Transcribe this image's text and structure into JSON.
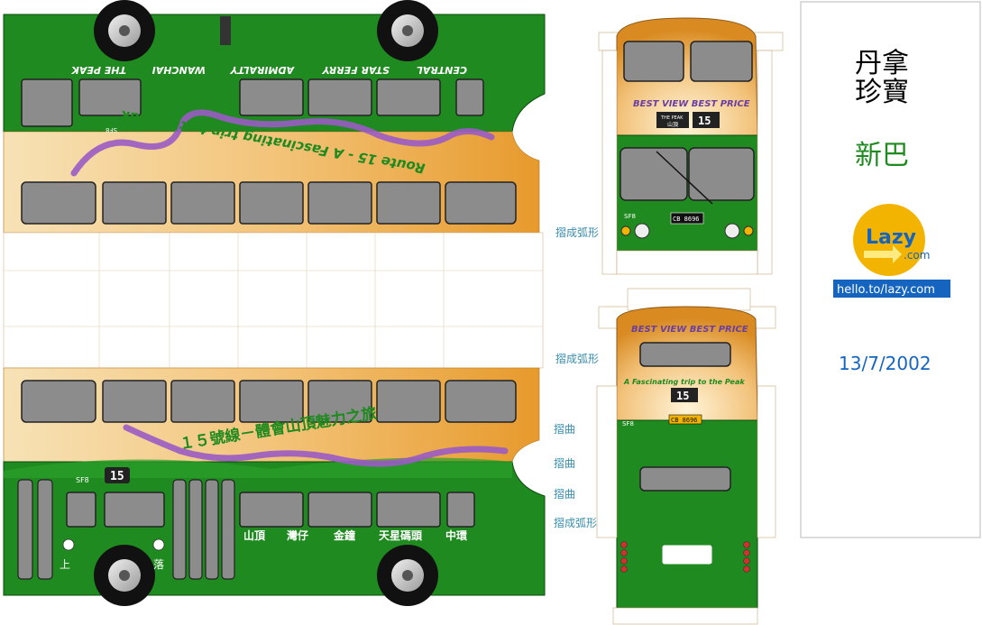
{
  "colors": {
    "bus_green": "#1f8a1f",
    "bus_orange": "#e89a2a",
    "window_gray": "#8c8c8c",
    "dragon_purple": "#9a5bc4",
    "cut_line": "#3a8fb0",
    "text_blue": "#1565c0",
    "logo_yellow": "#f2b400"
  },
  "side_top": {
    "destinations": [
      "CENTRAL",
      "STAR FERRY",
      "ADMIRALTY",
      "WANCHAI",
      "THE PEAK"
    ],
    "slogan": "Route 15 - A Fascinating trip to the Peak",
    "fleet_no": "SF8"
  },
  "side_bottom": {
    "slogan_zh": "１５號線－體會山頂魅力之旅",
    "route_no": "15",
    "fleet_no": "SF8",
    "stops_zh": [
      "山頂",
      "灣仔",
      "金鐘",
      "天星碼頭",
      "中環"
    ],
    "door_up": "上",
    "door_down": "落"
  },
  "front": {
    "banner": "BEST VIEW BEST PRICE",
    "dest_en": "THE PEAK",
    "dest_zh": "山頂",
    "route_no": "15",
    "fleet_no": "SF8",
    "plate": "CB 8696"
  },
  "rear": {
    "banner": "BEST VIEW BEST PRICE",
    "slogan": "A Fascinating trip to the Peak",
    "route_no": "15",
    "fleet_no": "SF8",
    "plate": "CB 8696"
  },
  "instructions": {
    "fold_curve": "摺成弧形",
    "fold": "摺曲"
  },
  "panel": {
    "title_line1": "丹拿",
    "title_line2": "珍寶",
    "operator": "新巴",
    "logo_word": "Lazy",
    "logo_dot": ".com",
    "url": "hello.to/lazy.com",
    "date": "13/7/2002"
  }
}
